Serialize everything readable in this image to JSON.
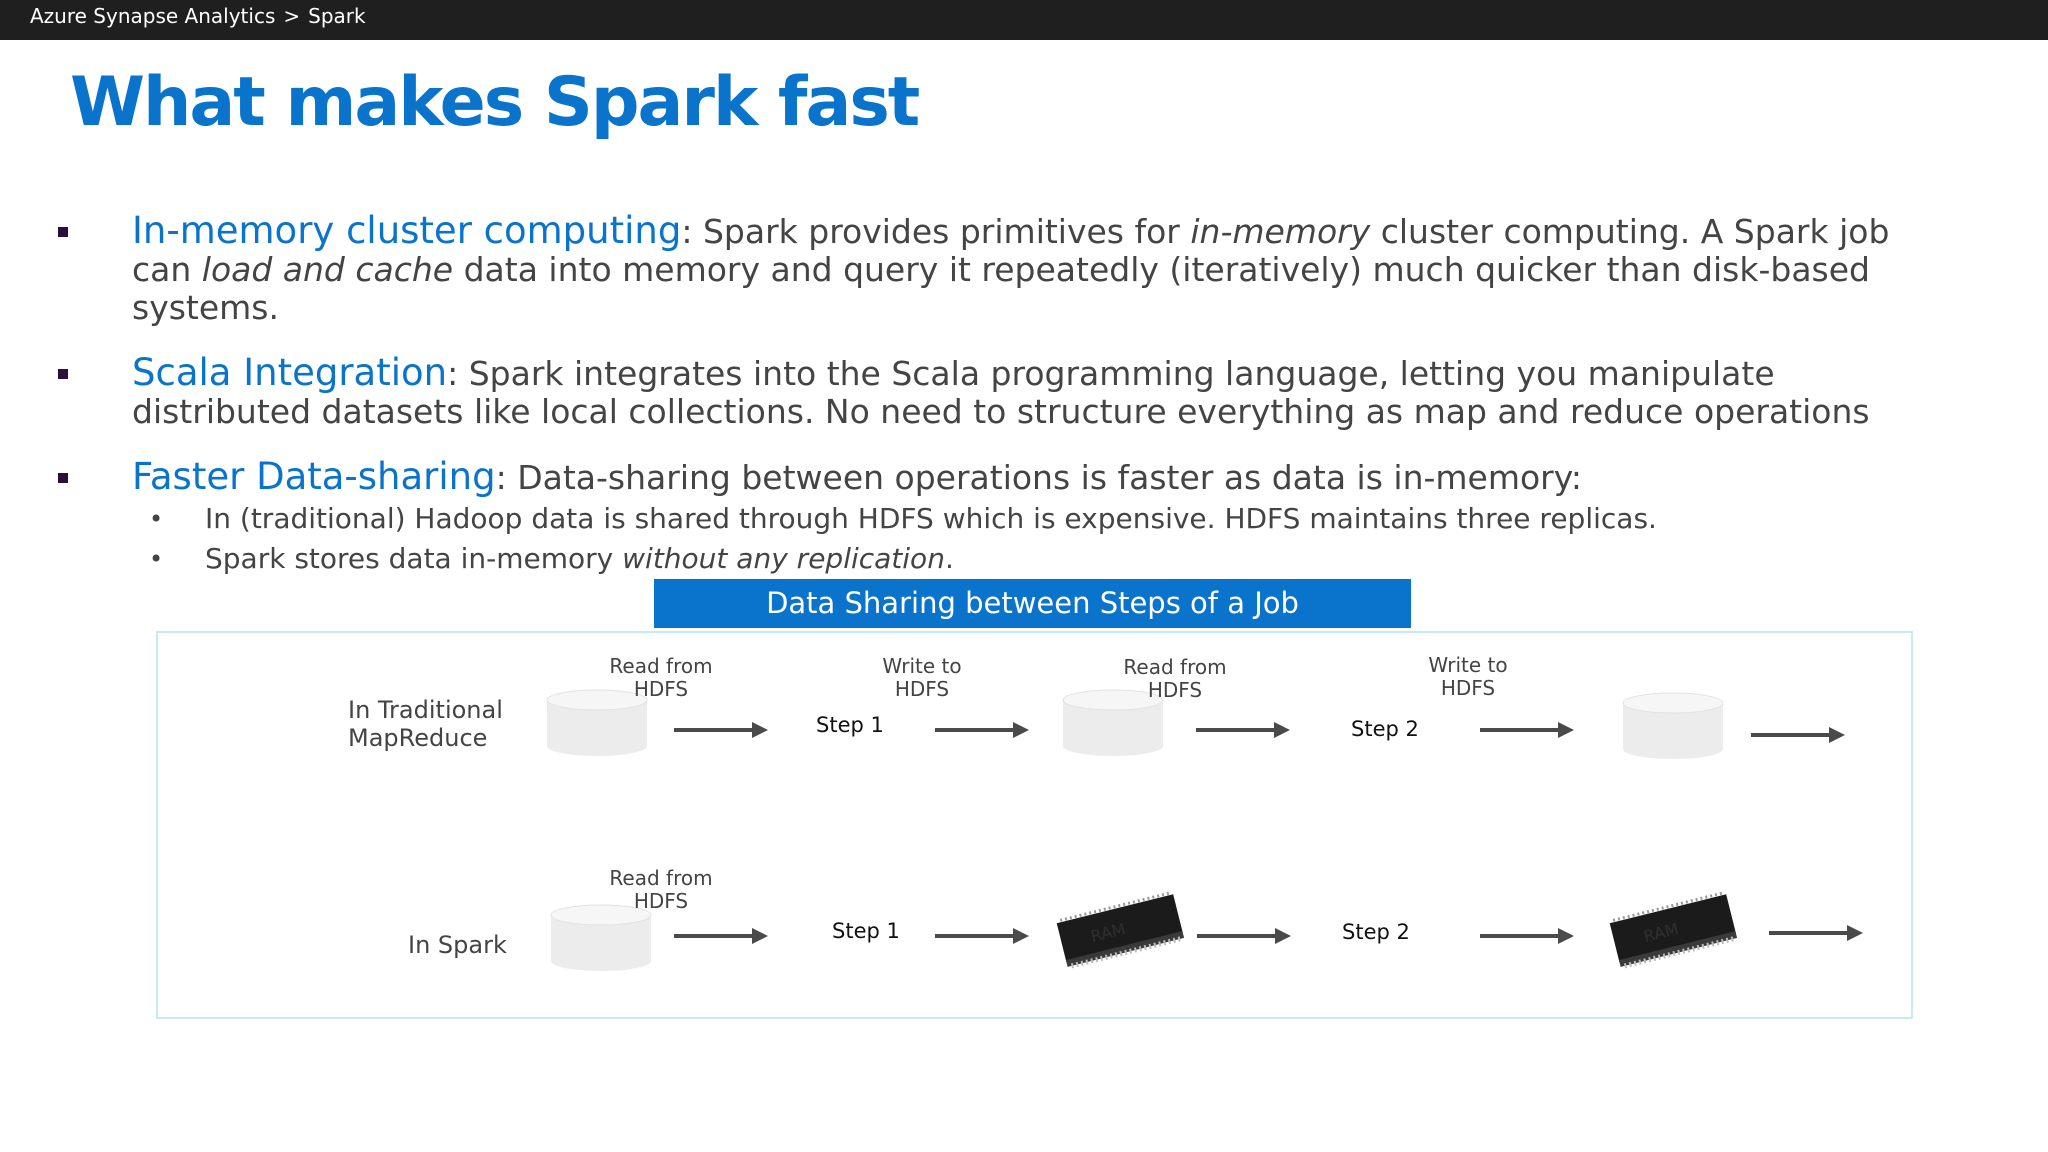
{
  "breadcrumb": {
    "root": "Azure Synapse Analytics",
    "separator": ">",
    "current": "Spark"
  },
  "slide": {
    "title": "What makes Spark fast",
    "bullets": [
      {
        "term": "In-memory cluster computing",
        "sep": ": ",
        "text_a": "Spark provides primitives for ",
        "text_b": "in-memory",
        "text_c": " cluster computing. A Spark job can ",
        "text_d": "load and cache",
        "text_e": " data into memory and query it repeatedly (iteratively) much quicker than disk-based systems."
      },
      {
        "term": "Scala Integration",
        "sep": ": ",
        "text": "Spark integrates into the Scala programming language, letting you manipulate distributed datasets like local collections. No need to structure everything as map and reduce operations"
      },
      {
        "term": "Faster Data-sharing",
        "sep": ": ",
        "text": "Data-sharing between operations is faster as data is in-memory:",
        "subs": [
          {
            "text": "In (traditional) Hadoop data is shared through HDFS which is expensive. HDFS maintains three replicas."
          },
          {
            "text_a": "Spark stores data in-memory ",
            "text_b": "without any replication",
            "text_c": "."
          }
        ]
      }
    ]
  },
  "diagram": {
    "banner": "Data Sharing between Steps of a Job",
    "row_traditional": {
      "label_line1": "In Traditional",
      "label_line2": "MapReduce",
      "read1_l1": "Read from",
      "read1_l2": "HDFS",
      "step1": "Step 1",
      "write1_l1": "Write to",
      "write1_l2": "HDFS",
      "read2_l1": "Read from",
      "read2_l2": "HDFS",
      "step2": "Step 2",
      "write2_l1": "Write to",
      "write2_l2": "HDFS"
    },
    "row_spark": {
      "label": "In Spark",
      "read_l1": "Read from",
      "read_l2": "HDFS",
      "step1": "Step 1",
      "step2": "Step 2"
    },
    "icons": {
      "disk": "hdfs-disk-cylinder-icon",
      "ram": "ram-chip-icon",
      "arrow": "right-arrow-icon"
    },
    "colors": {
      "accent": "#0a73cc",
      "disk": "#ececec",
      "arrow": "#4a4a4a"
    }
  }
}
